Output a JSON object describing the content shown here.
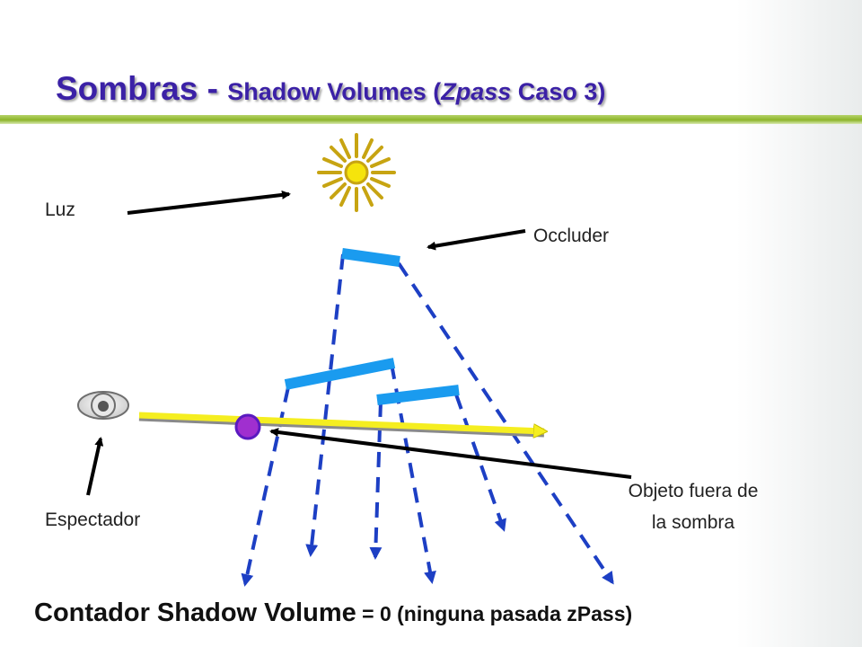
{
  "slide": {
    "title_main": "Sombras - ",
    "title_sub_a": "Shadow Volumes (",
    "title_italic": "Zpass",
    "title_sub_b": " Caso 3)"
  },
  "labels": {
    "luz": "Luz",
    "occluder": "Occluder",
    "espectador": "Espectador",
    "objeto_line1": "Objeto fuera de",
    "objeto_line2": "la sombra"
  },
  "counter": {
    "main": "Contador Shadow Volume",
    "sub": " = 0 (ninguna pasada zPass)"
  },
  "colors": {
    "title": "#3b21a6",
    "accent_rule": "#8db52a",
    "occluder": "#1a9bef",
    "shadow_rays": "#1d3fc4",
    "view_ray": "#f5ee20",
    "object": "#a02fcf",
    "sun": "#f5e40c"
  },
  "icons": [
    "sun-icon",
    "eye-icon"
  ]
}
